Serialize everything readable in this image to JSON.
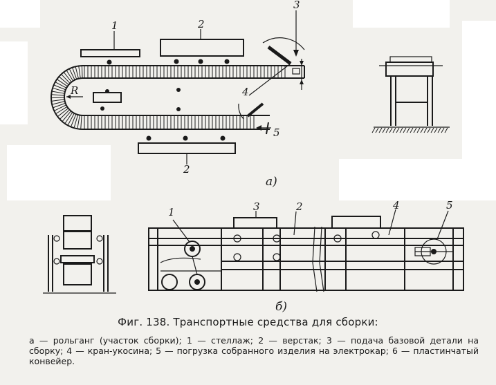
{
  "figure": {
    "labels_a": {
      "l1": "1",
      "l2_top": "2",
      "l2_bottom": "2",
      "l3": "3",
      "l4": "4",
      "l5": "5",
      "r": "R",
      "sub": "а)"
    },
    "labels_b": {
      "l1": "1",
      "l2": "2",
      "l3": "3",
      "l4": "4",
      "l5": "5",
      "sub": "б)"
    }
  },
  "caption": {
    "title": "Фиг. 138. Транспортные средства для сборки:",
    "body": "а — рольганг (участок сборки); 1 — стеллаж; 2 — верстак; 3 — подача базовой детали на сборку; 4 — кран-укосина; 5 — погрузка собранного изделия на электрокар; 6 — пластинчатый конвейер."
  }
}
